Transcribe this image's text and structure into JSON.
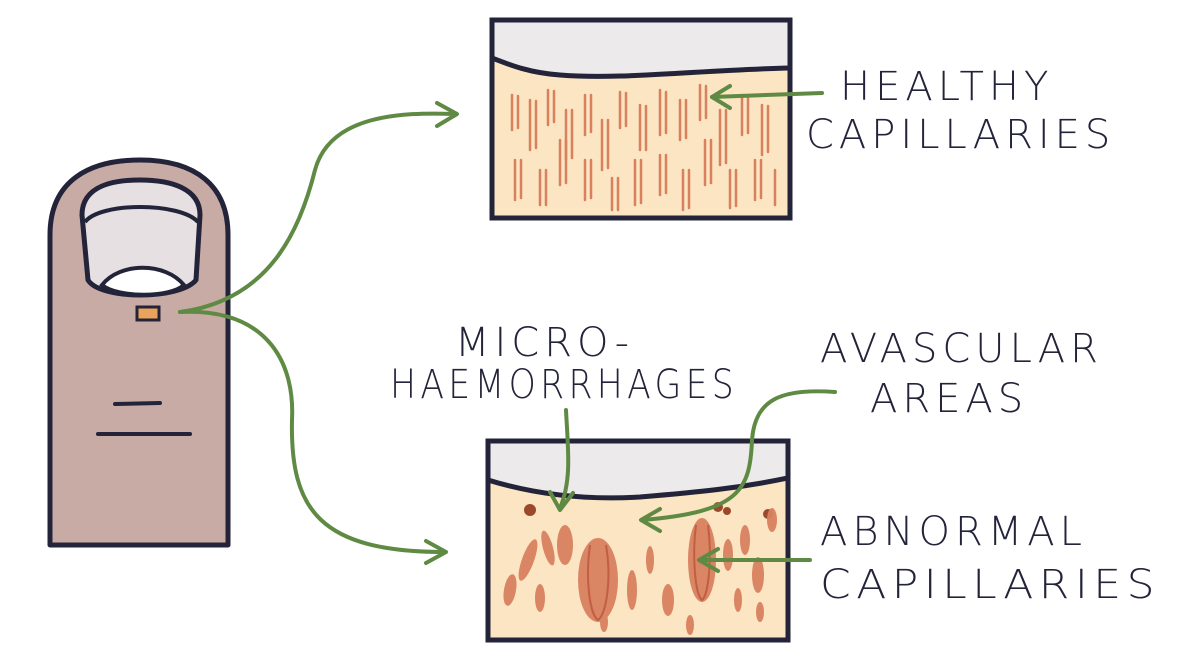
{
  "labels": {
    "healthy_line1": "HEALTHY",
    "healthy_line2": "CAPILLARIES",
    "micro_line1": "MICRO-",
    "micro_line2": "HAEMORRHAGES",
    "avascular_line1": "AVASCULAR",
    "avascular_line2": "AREAS",
    "abnormal_line1": "ABNORMAL",
    "abnormal_line2": "CAPILLARIES"
  },
  "colors": {
    "outline": "#23233a",
    "finger": "#c9aba6",
    "nail": "#e7e0e2",
    "skin": "#fbe5c2",
    "capillary": "#d9805f",
    "arrow": "#5f8a43",
    "highlight": "#e8a45c"
  }
}
